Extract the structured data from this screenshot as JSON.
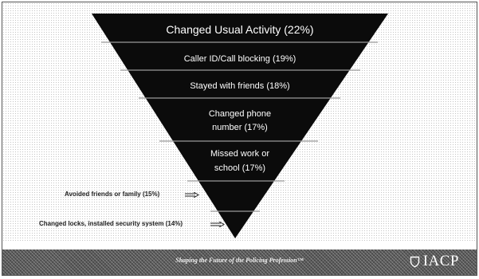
{
  "funnel": {
    "levels": [
      {
        "label": "Changed Usual Activity (22%)"
      },
      {
        "label": "Caller ID/Call blocking (19%)"
      },
      {
        "label": "Stayed with friends (18%)"
      },
      {
        "label": "Changed phone number (17%)",
        "lines": [
          "Changed phone",
          "number (17%)"
        ]
      },
      {
        "label": "Missed work or school (17%)",
        "lines": [
          "Missed work or",
          "school (17%)"
        ]
      },
      {
        "label": "Avoided friends or family (15%)",
        "side": true
      },
      {
        "label": "Changed locks, installed security system (14%)",
        "side": true
      }
    ]
  },
  "footer": {
    "tagline": "Shaping the Future of the Policing Profession™",
    "logo_text": "IACP"
  },
  "colors": {
    "funnel": "#0b0b0b",
    "separator": "#9a9a9a",
    "footer": "#5a5a5a"
  },
  "icons": [
    "right-arrow-icon",
    "shield-icon"
  ]
}
